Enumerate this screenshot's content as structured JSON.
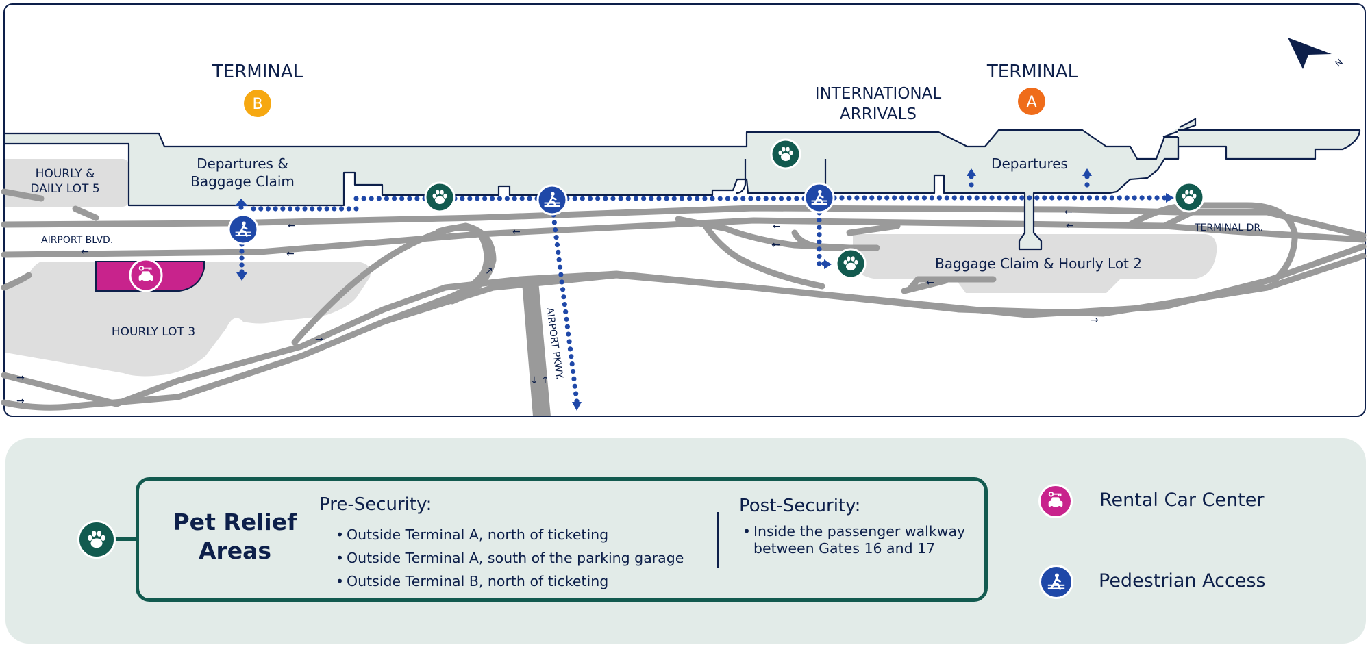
{
  "map": {
    "terminal_b": {
      "title": "TERMINAL",
      "badge": "B",
      "badge_color": "#f6a811"
    },
    "terminal_a": {
      "title": "TERMINAL",
      "badge": "A",
      "badge_color": "#ef6c1a"
    },
    "international_arrivals": {
      "line1": "INTERNATIONAL",
      "line2": "ARRIVALS"
    },
    "hourly_daily_lot5": {
      "line1": "HOURLY &",
      "line2": "DAILY LOT 5"
    },
    "departures_baggage": {
      "line1": "Departures &",
      "line2": "Baggage Claim"
    },
    "departures_a": "Departures",
    "baggage_claim_lot2": "Baggage Claim & Hourly Lot 2",
    "hourly_lot3": "HOURLY LOT 3",
    "airport_blvd": "AIRPORT BLVD.",
    "terminal_dr": "TERMINAL DR.",
    "airport_pkwy": "AIRPORT PKWY.",
    "north_label": "N",
    "colors": {
      "navy": "#0d1f4a",
      "road": "#9a9a9a",
      "building": "#e3ebe8",
      "lot": "#dedede",
      "pet_green": "#125a4f",
      "pedestrian_blue": "#1f48a8",
      "rental_magenta": "#c8238c",
      "walkway_dots": "#1f48a8"
    }
  },
  "legend": {
    "pet_relief": {
      "title": "Pet Relief Areas",
      "pre_security_title": "Pre-Security:",
      "pre_security_items": [
        "Outside Terminal A, north of ticketing",
        "Outside Terminal A, south of the parking garage",
        "Outside Terminal B, north of ticketing"
      ],
      "post_security_title": "Post-Security:",
      "post_security_items": [
        "Inside the passenger walkway between Gates 16 and 17"
      ]
    },
    "rental_car": {
      "label": "Rental Car Center",
      "icon": "rental-car-icon"
    },
    "pedestrian": {
      "label": "Pedestrian Access",
      "icon": "pedestrian-icon"
    }
  }
}
